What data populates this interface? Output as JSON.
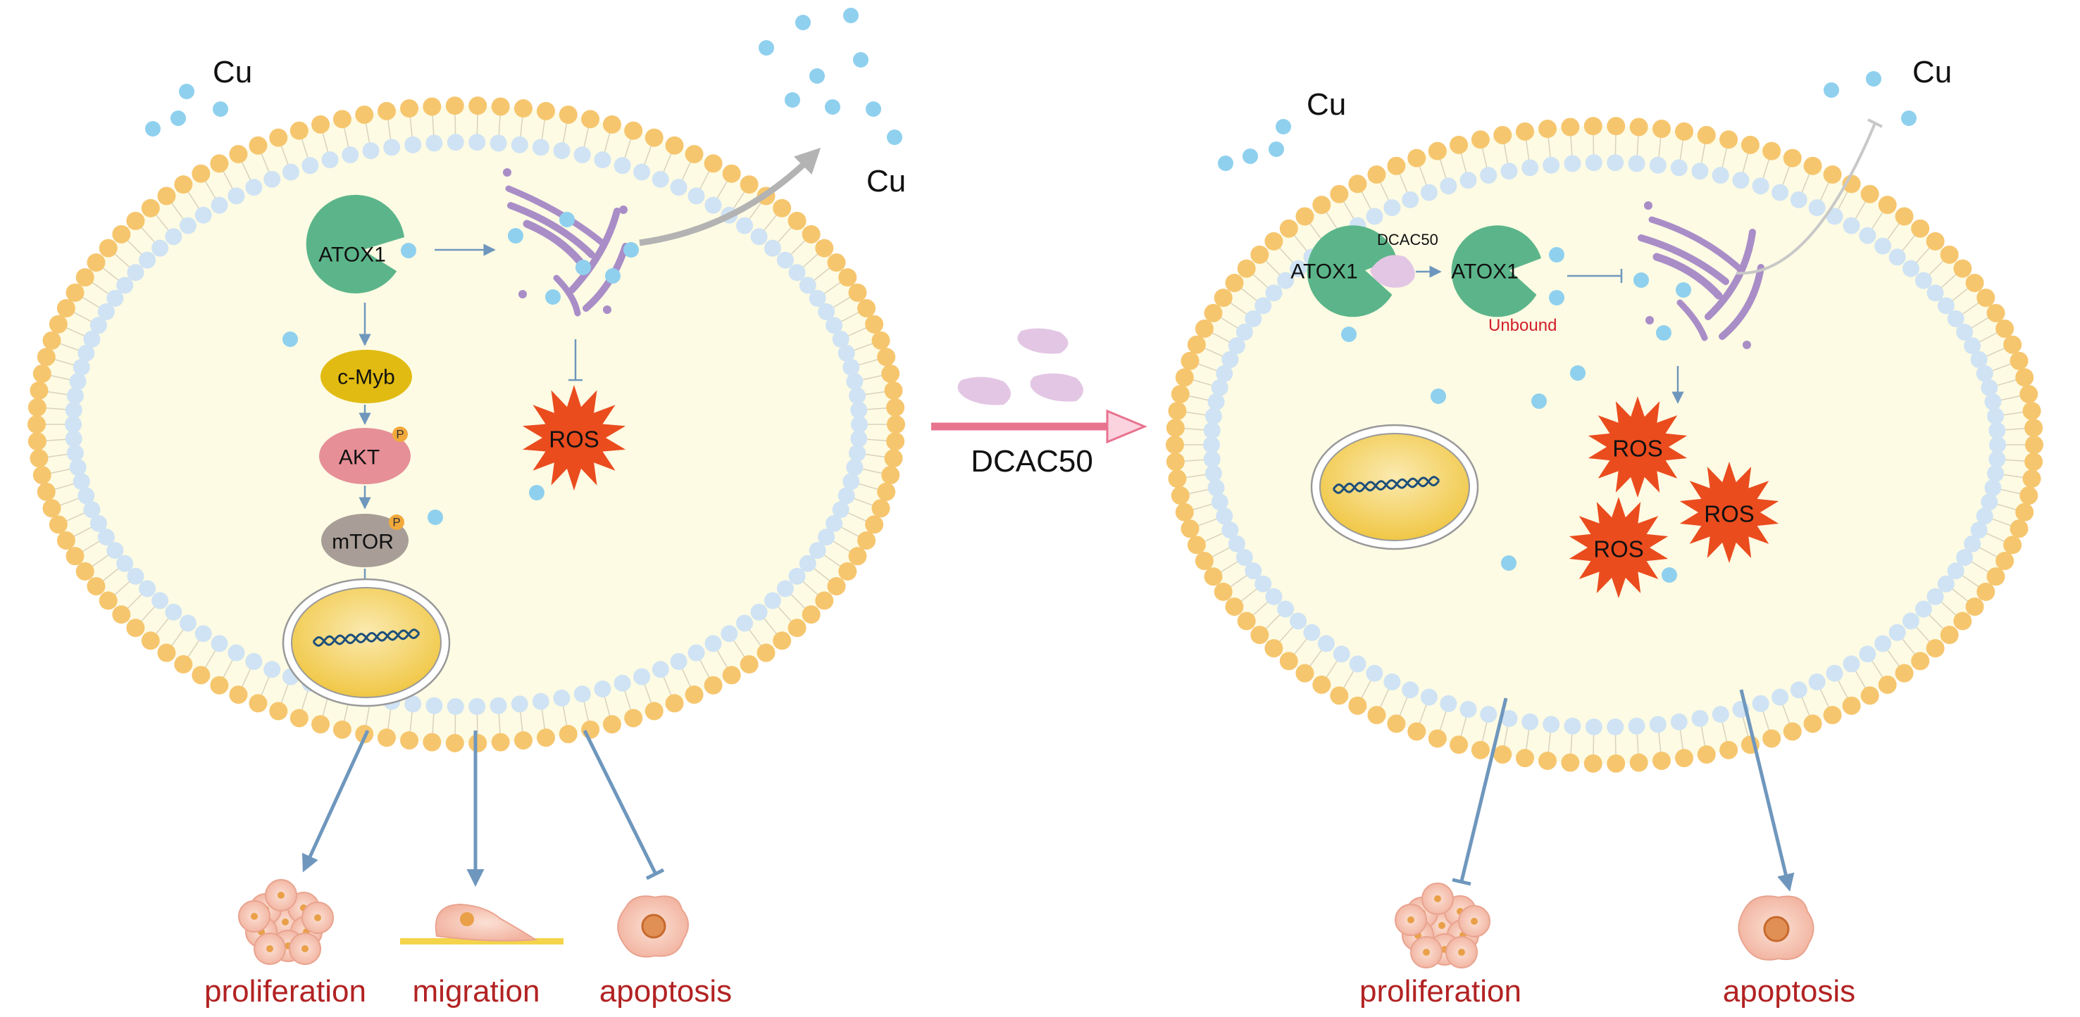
{
  "colors": {
    "membrane_outer": "#f6c66e",
    "membrane_inner": "#cfe3f4",
    "cytoplasm": "#fdfbe4",
    "copper_ion": "#8fd0ee",
    "atox1": "#5cb58a",
    "dcac50": "#e3c6e4",
    "golgi": "#a98dc7",
    "ros": "#ea4c1e",
    "nucleus": "#f3cf5c",
    "c_myb": "#e1bb12",
    "akt": "#e68f97",
    "mtor": "#a89e97",
    "pathway_arrow": "#6f97bd",
    "treatment_arrow": "#e8738f",
    "outcome_text": "#b22222",
    "unbound_text": "#d11f2b"
  },
  "left_panel": {
    "cu_labels": [
      "Cu",
      "Cu"
    ],
    "atox1_label": "ATOX1",
    "c_myb_label": "c-Myb",
    "akt_label": "AKT",
    "mtor_label": "mTOR",
    "phospho_label": "P",
    "ros_label": "ROS",
    "outcomes": [
      "proliferation",
      "migration",
      "apoptosis"
    ]
  },
  "treatment": {
    "drug_label": "DCAC50"
  },
  "right_panel": {
    "cu_labels": [
      "Cu",
      "Cu"
    ],
    "atox1_bound_label": "ATOX1",
    "dcac50_label": "DCAC50",
    "atox1_unbound_label": "ATOX1",
    "unbound_label": "Unbound",
    "ros_labels": [
      "ROS",
      "ROS",
      "ROS"
    ],
    "outcomes": [
      "proliferation",
      "apoptosis"
    ]
  }
}
